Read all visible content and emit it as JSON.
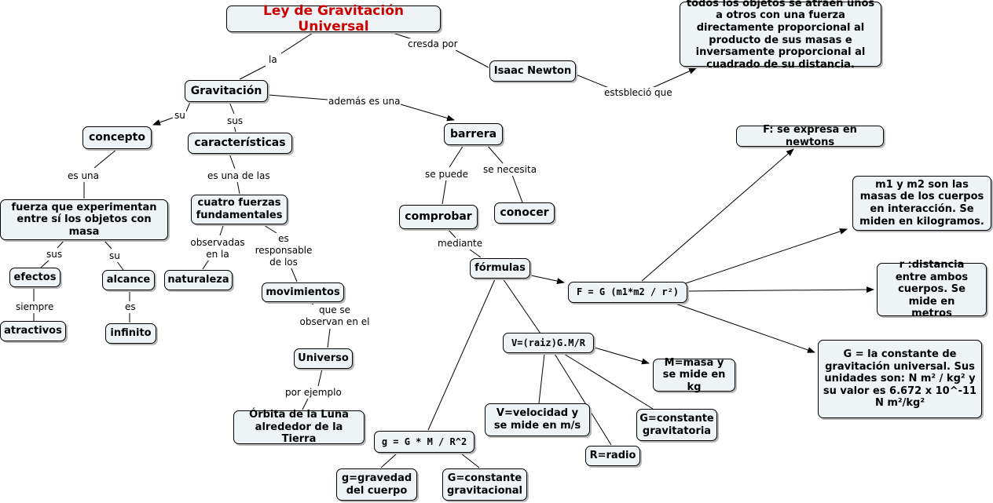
{
  "title": "Ley de Gravitación Universal",
  "nodes": {
    "gravitacion": "Gravitación",
    "isaac_newton": "Isaac Newton",
    "newton_law": "todos los objetos se atraen unos a otros con una fuerza directamente proporcional al producto de sus masas e inversamente proporcional al cuadrado de su distancia.",
    "concepto": "concepto",
    "caracteristicas": "características",
    "barrera": "barrera",
    "fuerza": "fuerza que experimentan entre sí los objetos con masa",
    "cuatro_fuerzas": "cuatro fuerzas fundamentales",
    "comprobar": "comprobar",
    "conocer": "conocer",
    "efectos": "efectos",
    "alcance": "alcance",
    "naturaleza": "naturaleza",
    "movimientos": "movimientos",
    "atractivos": "atractivos",
    "infinito": "infinito",
    "formulas": "fórmulas",
    "universo": "Universo",
    "orbita": "Órbita de la Luna alrededor de la Tierra",
    "f_formula": "F = G (m1*m2 / r²)",
    "f_newtons": "F: se expresa en newtons",
    "m_masas": "m1 y m2 son las masas de los cuerpos en interacción. Se miden en kilogramos.",
    "r_distancia": "r :distancia entre ambos cuerpos. Se mide en metros",
    "g_constante": "G = la constante de gravitación universal. Sus unidades son: N m² / kg² y su valor es 6.672 x 10^-11 N m²/kg²",
    "v_formula": "V=(raiz)G.M/R",
    "m_masa": "M=masa y se mide en kg",
    "v_velocidad": "V=velocidad y se mide en m/s",
    "g_const_grav": "G=constante gravitatoria",
    "r_radio": "R=radio",
    "g_formula": "g = G * M / R^2",
    "g_gravedad": "g=gravedad del cuerpo",
    "g_const_gravitacional": "G=constante gravitacional"
  },
  "links": {
    "la": "la",
    "cresda_por": "cresda por",
    "estblecio_que": "estsbleció que",
    "su": "su",
    "sus": "sus",
    "ademas_es_una": "además es una",
    "es_una": "es una",
    "es_una_de_las": "es una de las",
    "se_puede": "se puede",
    "se_necesita": "se necesita",
    "sus_2": "sus",
    "su_2": "su",
    "observadas_en_la": "observadas en la",
    "es_responsable_de_los": "es responsable de los",
    "mediante": "mediante",
    "siempre": "siempre",
    "es": "es",
    "que_se_observan_en_el": "que se observan en el",
    "por_ejemplo": "por ejemplo"
  }
}
